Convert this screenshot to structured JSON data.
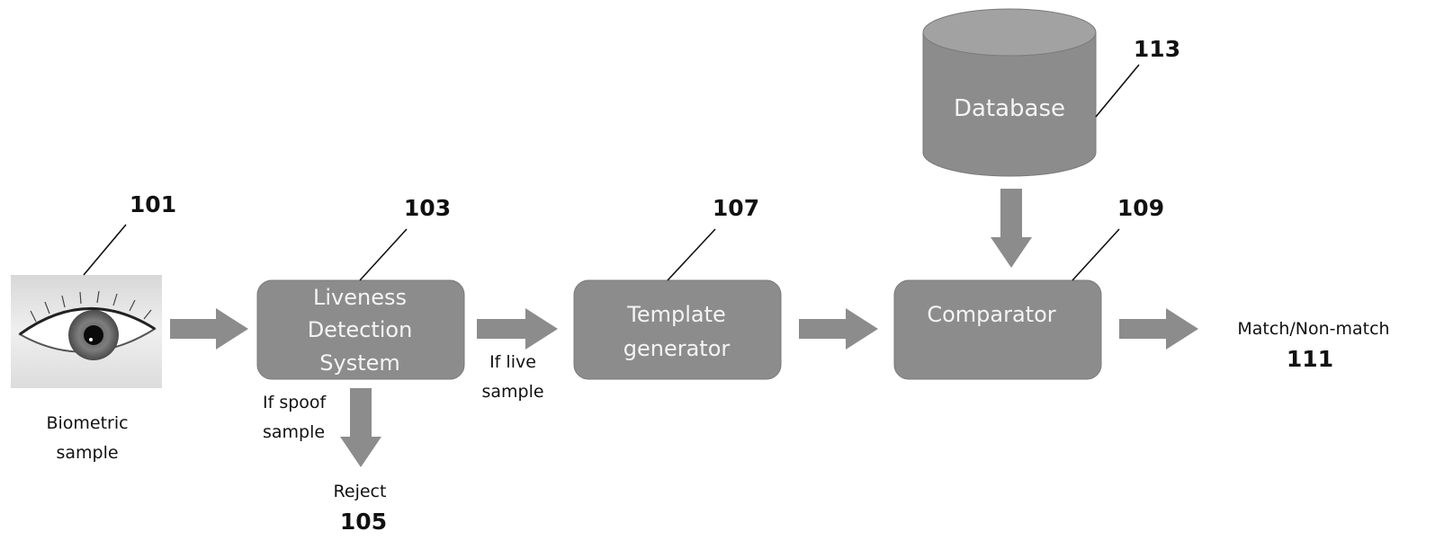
{
  "diagram": {
    "eye": {
      "caption_line1": "Biometric",
      "caption_line2": "sample",
      "ref": "101"
    },
    "liveness": {
      "line1": "Liveness",
      "line2": "Detection",
      "line3": "System",
      "ref": "103"
    },
    "spoof_label_line1": "If spoof",
    "spoof_label_line2": "sample",
    "reject": {
      "label": "Reject",
      "ref": "105"
    },
    "live_label_line1": "If live",
    "live_label_line2": "sample",
    "template": {
      "line1": "Template",
      "line2": "generator",
      "ref": "107"
    },
    "comparator": {
      "label": "Comparator",
      "ref": "109"
    },
    "output": {
      "label": "Match/Non-match",
      "ref": "111"
    },
    "database": {
      "label": "Database",
      "ref": "113"
    }
  },
  "colors": {
    "box_fill": "#8c8c8c",
    "box_text": "#f4f4f4",
    "arrow": "#8c8c8c",
    "text": "#111111"
  }
}
